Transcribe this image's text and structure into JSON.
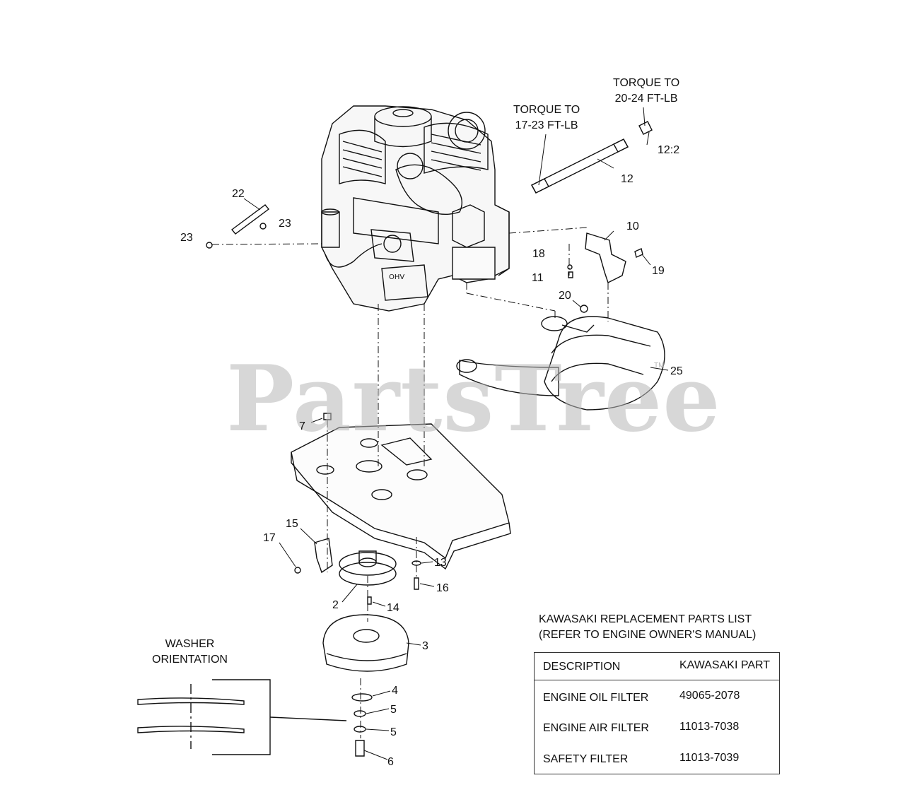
{
  "watermark": "PartsTree",
  "watermark_tm": "TM",
  "torque_notes": [
    {
      "line1": "TORQUE TO",
      "line2": "20-24 FT-LB"
    },
    {
      "line1": "TORQUE TO",
      "line2": "17-23 FT-LB"
    }
  ],
  "callouts": [
    "12:2",
    "12",
    "22",
    "23",
    "23",
    "10",
    "18",
    "11",
    "19",
    "20",
    "25",
    "7",
    "15",
    "17",
    "13",
    "16",
    "2",
    "14",
    "3",
    "4",
    "5",
    "5",
    "6"
  ],
  "washer": {
    "line1": "WASHER",
    "line2": "ORIENTATION"
  },
  "parts_list": {
    "title_line1": "KAWASAKI REPLACEMENT PARTS LIST",
    "title_line2": "(REFER TO ENGINE OWNER'S MANUAL)",
    "headers": [
      "DESCRIPTION",
      "KAWASAKI PART"
    ],
    "rows": [
      [
        "ENGINE OIL FILTER",
        "49065-2078"
      ],
      [
        "ENGINE AIR FILTER",
        "11013-7038"
      ],
      [
        "SAFETY FILTER",
        "11013-7039"
      ]
    ]
  }
}
